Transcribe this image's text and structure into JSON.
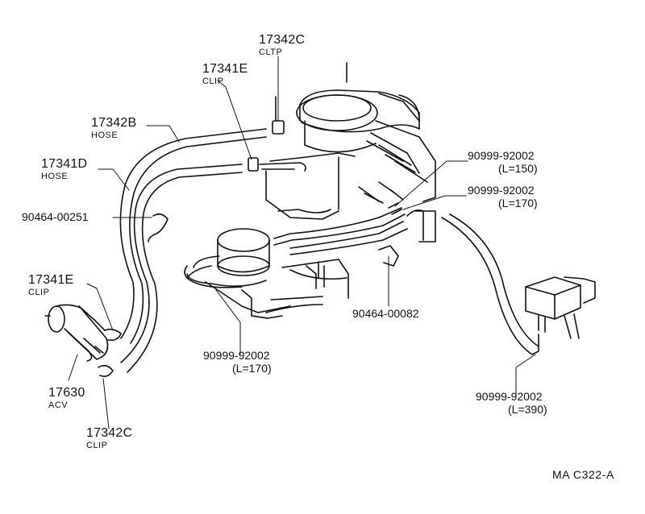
{
  "callouts": [
    {
      "id": "17342c-top",
      "part_no": "17342C",
      "desc": "CLTP"
    },
    {
      "id": "17341e-top",
      "part_no": "17341E",
      "desc": "CLIP"
    },
    {
      "id": "17342b",
      "part_no": "17342B",
      "desc": "HOSE"
    },
    {
      "id": "17341d",
      "part_no": "17341D",
      "desc": "HOSE"
    },
    {
      "id": "90464-00251",
      "part_no": "90464-00251"
    },
    {
      "id": "17341e-left",
      "part_no": "17341E",
      "desc": "CLIP"
    },
    {
      "id": "17630",
      "part_no": "17630",
      "desc": "ACV"
    },
    {
      "id": "17342c-bottom",
      "part_no": "17342C",
      "desc": "CLIP"
    },
    {
      "id": "90999-92002-150",
      "part_no": "90999-92002",
      "length": "(L=150)"
    },
    {
      "id": "90999-92002-170-right",
      "part_no": "90999-92002",
      "length": "(L=170)"
    },
    {
      "id": "90464-00082",
      "part_no": "90464-00082"
    },
    {
      "id": "90999-92002-170-bottom",
      "part_no": "90999-92002",
      "length": "(L=170)"
    },
    {
      "id": "90999-92002-390",
      "part_no": "90999-92002",
      "length": "(L=390)"
    }
  ],
  "diagram_code": "MA  C322-A",
  "colors": {
    "ink": "#111111",
    "paper": "#ffffff"
  }
}
